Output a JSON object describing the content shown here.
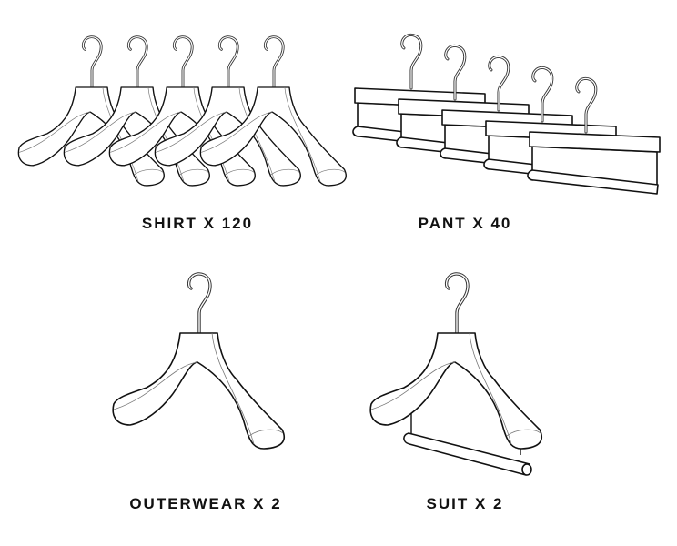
{
  "items": [
    {
      "label": "SHIRT X 120",
      "type": "shirt",
      "count": 120
    },
    {
      "label": "PANT X 40",
      "type": "pant",
      "count": 40
    },
    {
      "label": "OUTERWEAR X 2",
      "type": "outerwear",
      "count": 2
    },
    {
      "label": "SUIT X 2",
      "type": "suit",
      "count": 2
    }
  ],
  "colors": {
    "line": "#111111",
    "background": "#ffffff"
  }
}
